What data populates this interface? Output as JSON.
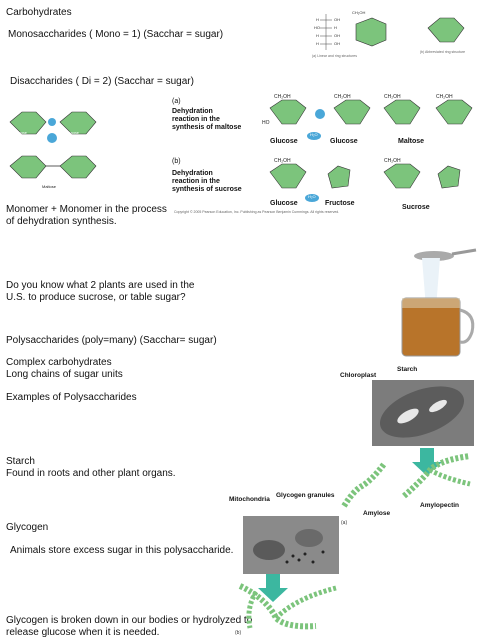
{
  "text": {
    "title": "Carbohydrates",
    "mono": "Monosaccharides ( Mono = 1)   (Sacchar = sugar)",
    "di": "Disaccharides ( Di = 2)   (Sacchar = sugar)",
    "mono_plus_1": "Monomer + Monomer in the process",
    "mono_plus_2": "of dehydration synthesis.",
    "question_1": "Do you know what 2 plants are used in the",
    "question_2": "U.S. to produce sucrose, or table sugar?",
    "poly": "Polysaccharides (poly=many) (Sacchar= sugar)",
    "complex_1": "Complex carbohydrates",
    "complex_2": "Long chains of sugar units",
    "examples": "Examples of Polysaccharides",
    "starch": "Starch",
    "starch_desc": " Found in roots and other plant organs.",
    "glycogen": "Glycogen",
    "glycogen_desc": "Animals store excess sugar in this polysaccharide.",
    "broken_1": "Glycogen is broken down in our bodies or hydrolyzed to",
    "broken_2": "release glucose when it is needed."
  },
  "figures": {
    "mono_a": "(a) Linear and ring structures",
    "mono_b": "(b) Abbreviated ring structure",
    "panel_a": "(a)",
    "panel_b": "(b)",
    "maltose_title_1": "Dehydration",
    "maltose_title_2": "reaction in the",
    "maltose_title_3": "synthesis of maltose",
    "sucrose_title_1": "Dehydration",
    "sucrose_title_2": "reaction in the",
    "sucrose_title_3": "synthesis of sucrose",
    "glucose": "Glucose",
    "glucose2": "Glucose",
    "maltose": "Maltose",
    "glucose3": "Glucose",
    "fructose": "Fructose",
    "sucrose": "Sucrose",
    "water": "H₂O",
    "copyright": "Copyright © 2005 Pearson Education, Inc. Publishing as Pearson Benjamin Cummings. All rights reserved.",
    "small_glucose_label": "Glucose",
    "small_glucose_label2": "Glucose",
    "small_maltose_label": "Maltose",
    "chloroplast": "Chloroplast",
    "starch_label": "Starch",
    "amylose": "Amylose",
    "amylopectin": "Amylopectin",
    "mitochondria": "Mitochondria",
    "glycogen_granules": "Glycogen granules",
    "panel_a2": "(a)",
    "panel_b2": "(b)"
  },
  "colors": {
    "ring": "#7cc47c",
    "water": "#4aa7d8",
    "arrow": "#3cb7a0",
    "tea": "#b8742a"
  }
}
